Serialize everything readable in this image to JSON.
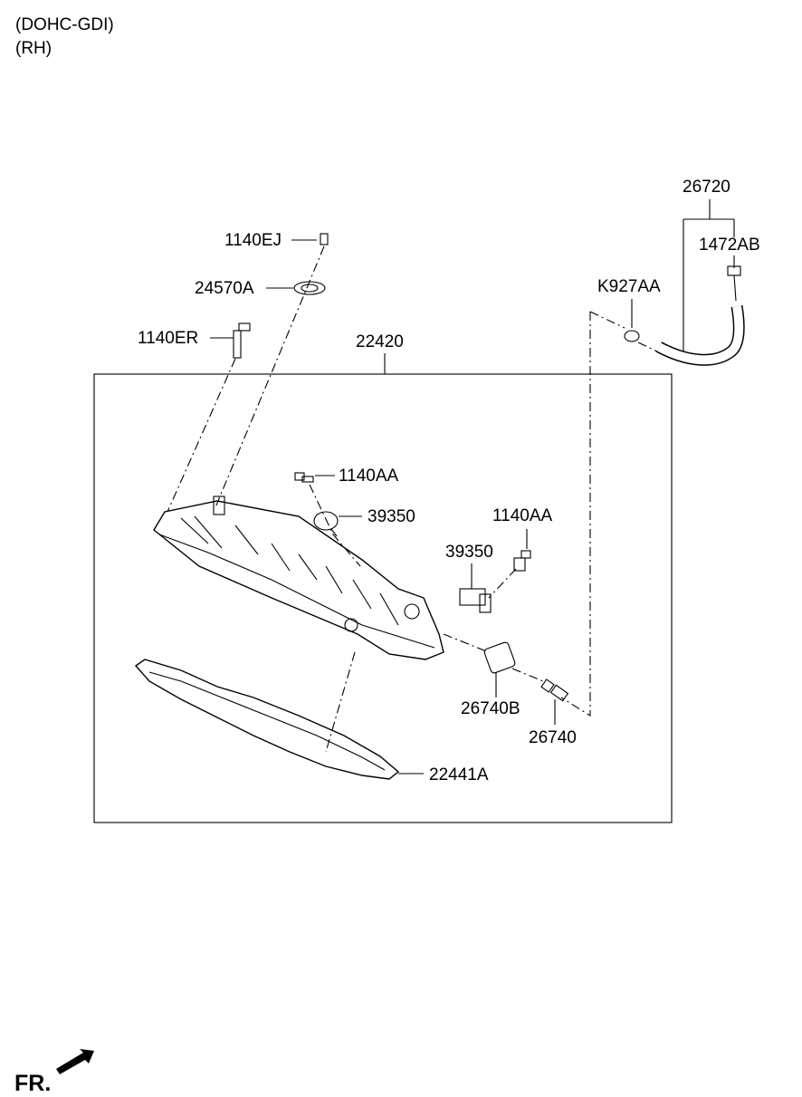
{
  "header": {
    "engine": "(DOHC-GDI)",
    "side": "(RH)"
  },
  "parts": {
    "p26720": "26720",
    "p1472AB": "1472AB",
    "pK927AA": "K927AA",
    "p1140EJ": "1140EJ",
    "p24570A": "24570A",
    "p1140ER": "1140ER",
    "p22420": "22420",
    "p1140AA_a": "1140AA",
    "p39350_a": "39350",
    "p1140AA_b": "1140AA",
    "p39350_b": "39350",
    "p26740B": "26740B",
    "p26740": "26740",
    "p22441A": "22441A"
  },
  "footer": {
    "direction": "FR."
  }
}
